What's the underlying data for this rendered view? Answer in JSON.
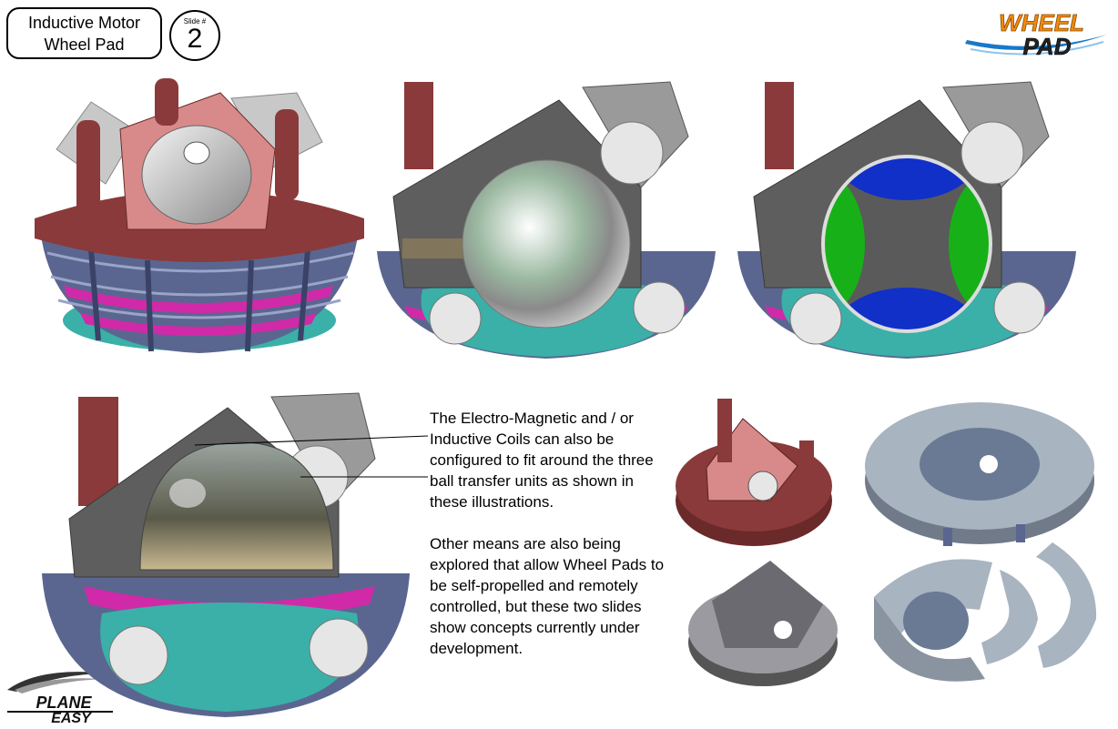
{
  "header": {
    "title_line1": "Inductive Motor",
    "title_line2": "Wheel Pad",
    "slide_label": "Slide #",
    "slide_number": "2"
  },
  "logos": {
    "top_right": {
      "line1": "WHEEL",
      "line2": "PAD"
    },
    "bottom_left": {
      "line1": "PLANE",
      "line2": "EASY"
    }
  },
  "description": {
    "paragraph1": "The Electro-Magnetic and / or Inductive Coils can also be configured to fit around the three ball transfer units as shown in these illustrations.",
    "paragraph2": "Other means are also being explored that allow Wheel Pads to be self-propelled and remotely controlled, but these two slides show concepts currently under development."
  },
  "colors": {
    "maroon": "#8a3a3a",
    "pink_plate": "#d88a8a",
    "slate": "#5a6690",
    "magenta": "#d02aa8",
    "teal": "#3ab0a8",
    "gray_block": "#5e5e5e",
    "coil_blue": "#1030c8",
    "coil_green": "#18b018",
    "logo_orange": "#f08a10",
    "logo_blue": "#1a78c8"
  }
}
